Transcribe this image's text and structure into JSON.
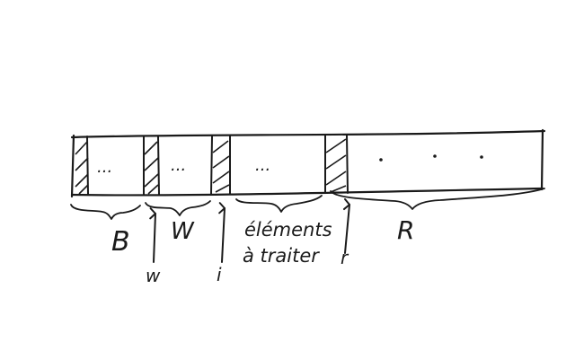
{
  "regions": {
    "b": {
      "label": "B"
    },
    "w": {
      "label": "W"
    },
    "to_process": {
      "line1": "éléments",
      "line2": "à traiter"
    },
    "r": {
      "label": "R"
    }
  },
  "pointers": {
    "w": {
      "label": "w"
    },
    "i": {
      "label": "i"
    },
    "r": {
      "label": "r"
    }
  },
  "ellipsis": "..."
}
